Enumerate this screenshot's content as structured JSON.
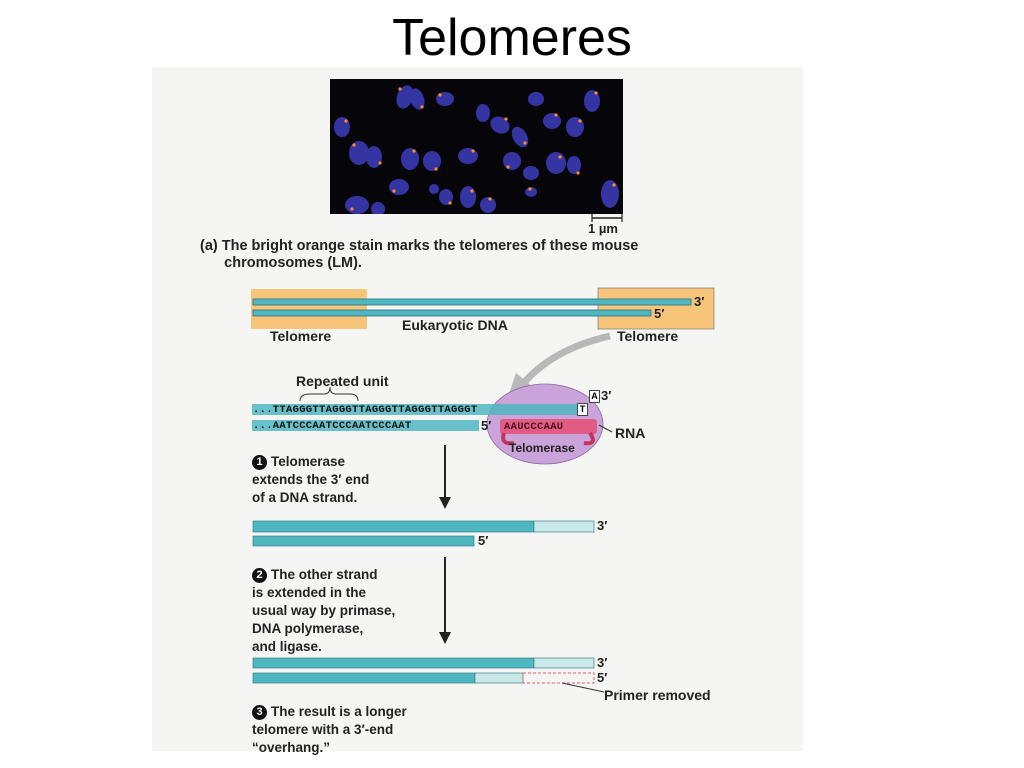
{
  "slide": {
    "title": "Telomeres"
  },
  "figure": {
    "scale_bar": "1 µm",
    "caption_a": "(a) The bright orange stain marks the telomeres of these mouse\n      chromosomes (LM).",
    "dna": {
      "telomere_left": "Telomere",
      "telomere_right": "Telomere",
      "center_label": "Eukaryotic DNA",
      "end_3": "3′",
      "end_5": "5′"
    },
    "enzyme": {
      "repeated_unit": "Repeated unit",
      "top_strand": "...TTAGGGTTAGGGTTAGGGTTAGGGTTAGGGT",
      "bottom_strand": "...AATCCCAATCCCAATCCCAAT",
      "nt_T": "T",
      "nt_A": "A",
      "end_3": "3′",
      "end_5": "5′",
      "rna_template": "AAUCCCAAU",
      "rna_label": "RNA",
      "telomerase_label": "Telomerase"
    },
    "steps": [
      {
        "num": "1",
        "text": "Telomerase\nextends the 3′ end\nof a DNA strand."
      },
      {
        "num": "2",
        "text": "The other strand\nis extended in the\nusual way by primase,\nDNA polymerase,\nand ligase."
      },
      {
        "num": "3",
        "text": "The result is a longer\ntelomere with a 3′-end\n“overhang.”"
      }
    ],
    "strand_labels": {
      "s1_3": "3′",
      "s1_5": "5′",
      "s2_3": "3′",
      "s2_5": "5′"
    },
    "primer_removed": "Primer removed"
  },
  "colors": {
    "telomere_box": "#f7c57a",
    "strand_teal": "#4fb7bf",
    "strand_light": "#c9e8e8",
    "strand_dark": "#2f7f94",
    "telomerase": "#c9a3d9",
    "rna_pink": "#e4577e",
    "chromosome": "#3b3ab4",
    "telomere_dot": "#ff8a2a"
  }
}
